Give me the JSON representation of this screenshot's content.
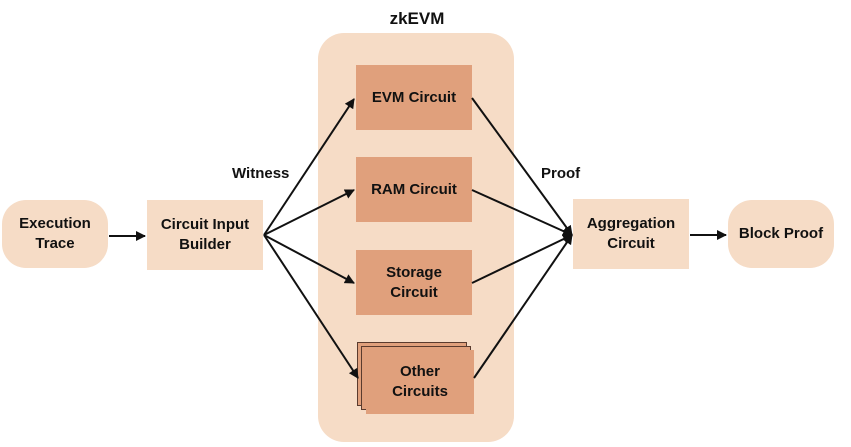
{
  "title": "zkEVM",
  "nodes": {
    "execution_trace": "Execution\nTrace",
    "circuit_input_builder": "Circuit Input\nBuilder",
    "evm_circuit": "EVM Circuit",
    "ram_circuit": "RAM Circuit",
    "storage_circuit": "Storage\nCircuit",
    "other_circuits": "Other\nCircuits",
    "aggregation_circuit": "Aggregation\nCircuit",
    "block_proof": "Block Proof"
  },
  "edge_labels": {
    "witness": "Witness",
    "proof": "Proof"
  },
  "colors": {
    "container": "#f6dcc6",
    "light_box": "#f6dcc6",
    "circuit_box": "#e0a07c",
    "arrow": "#111111"
  }
}
